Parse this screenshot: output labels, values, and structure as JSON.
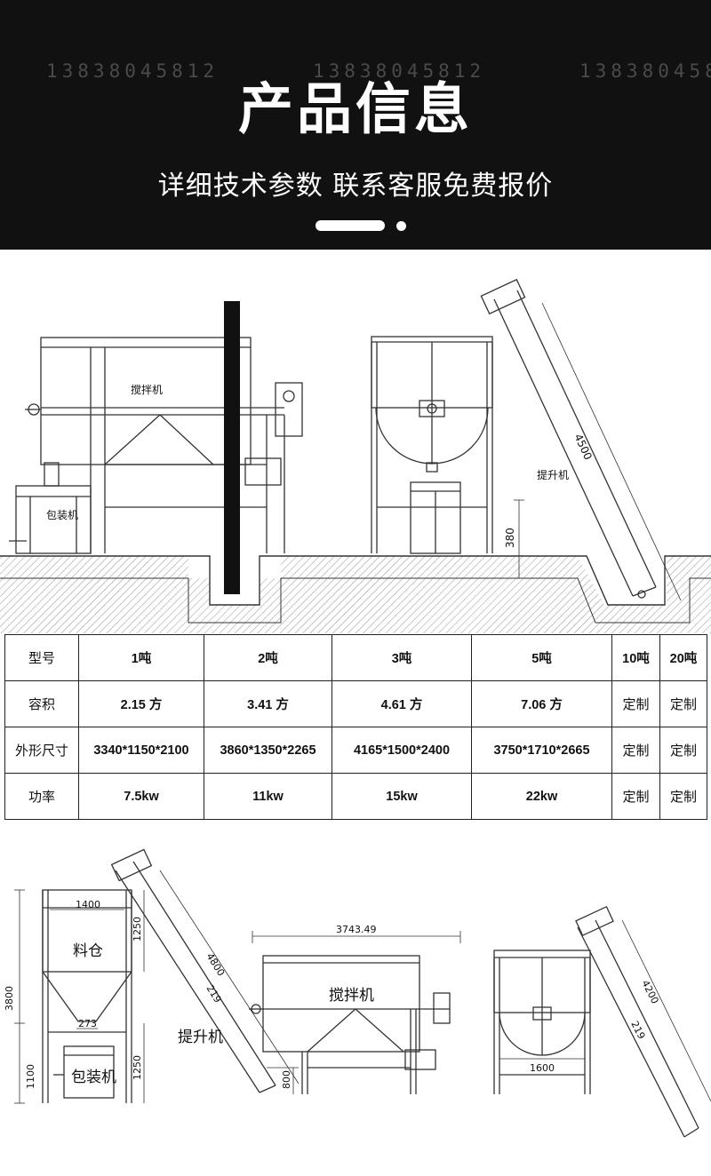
{
  "header": {
    "watermark": "13838045812",
    "title": "产品信息",
    "subtitle": "详细技术参数 联系客服免费报价"
  },
  "diagram_top": {
    "label_mixer": "搅拌机",
    "label_packer": "包装机",
    "label_lifter": "提升机",
    "dim_lifter_length": "4500",
    "dim_height": "380"
  },
  "table": {
    "header": [
      "型号",
      "1吨",
      "2吨",
      "3吨",
      "5吨",
      "10吨",
      "20吨"
    ],
    "rows": [
      [
        "容积",
        "2.15 方",
        "3.41 方",
        "4.61 方",
        "7.06 方",
        "定制",
        "定制"
      ],
      [
        "外形尺寸",
        "3340*1150*2100",
        "3860*1350*2265",
        "4165*1500*2400",
        "3750*1710*2665",
        "定制",
        "定制"
      ],
      [
        "功率",
        "7.5kw",
        "11kw",
        "15kw",
        "22kw",
        "定制",
        "定制"
      ]
    ]
  },
  "diagram_bottom": {
    "label_silo": "料仓",
    "label_packer": "包装机",
    "label_lifter": "提升机",
    "label_mixer": "搅拌机",
    "dim_total_height": "3800",
    "dim_silo_width": "1400",
    "dim_silo_upper": "1250",
    "dim_outlet": "273",
    "dim_packer_height": "1100",
    "dim_lower": "1250",
    "dim_lifter1_length": "4800",
    "dim_lifter1_dia": "219",
    "dim_lifter1_height": "800",
    "dim_mixer_length": "3743.49",
    "dim_tank_width": "1600",
    "dim_lifter2_length": "4200",
    "dim_lifter2_dia": "219"
  }
}
